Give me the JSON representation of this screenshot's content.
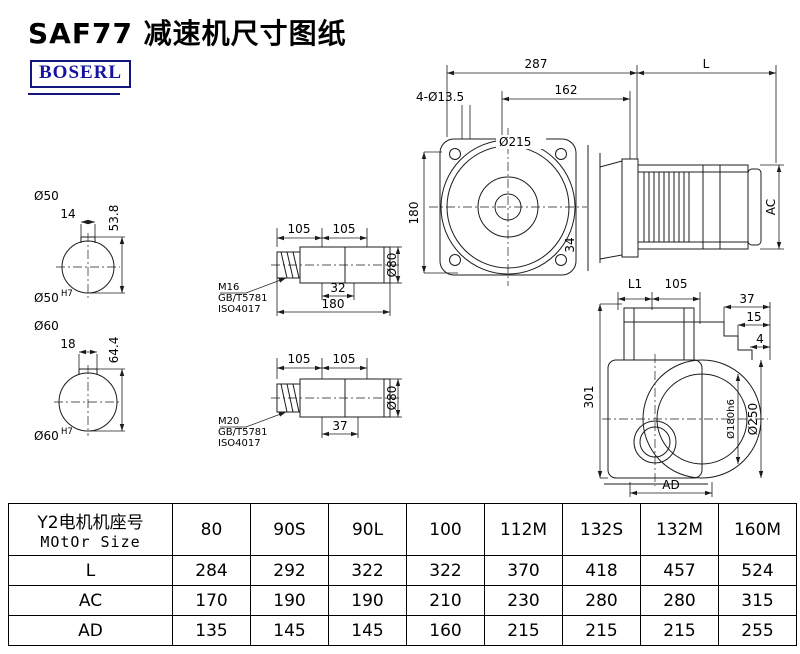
{
  "page": {
    "title": "SAF77 减速机尺寸图纸",
    "logo": "BOSERL"
  },
  "front_view": {
    "dim_287": "287",
    "dim_L": "L",
    "dim_162": "162",
    "holes": "4-Ø13.5",
    "d215": "Ø215",
    "dim_180": "180",
    "dim_34": "34",
    "dim_AC": "AC"
  },
  "side_view": {
    "dim_L1": "L1",
    "dim_105": "105",
    "dim_37": "37",
    "dim_15": "15",
    "dim_4": "4",
    "dim_301": "301",
    "d180": "Ø180h6",
    "d250": "Ø250",
    "dim_AD": "AD"
  },
  "shaft1": {
    "dia": "Ø50",
    "key_width": "14",
    "height": "53.8",
    "fit_base": "Ø50",
    "fit_sup": "H7"
  },
  "shaft2": {
    "dia": "Ø60",
    "key_width": "18",
    "height": "64.4",
    "fit_base": "Ø60",
    "fit_sup": "H7"
  },
  "detail1": {
    "dim_105a": "105",
    "dim_105b": "105",
    "thread": "M16",
    "std1": "GB/T5781",
    "std2": "ISO4017",
    "dim_32": "32",
    "dim_180": "180",
    "d80": "Ø80"
  },
  "detail2": {
    "dim_105a": "105",
    "dim_105b": "105",
    "thread": "M20",
    "std1": "GB/T5781",
    "std2": "ISO4017",
    "dim_37": "37",
    "d80": "Ø80"
  },
  "table": {
    "col0_line1": "Y2电机机座号",
    "col0_line2": "MOtOr Size",
    "sizes": [
      "80",
      "90S",
      "90L",
      "100",
      "112M",
      "132S",
      "132M",
      "160M"
    ],
    "rows": [
      {
        "label": "L",
        "values": [
          "284",
          "292",
          "322",
          "322",
          "370",
          "418",
          "457",
          "524"
        ]
      },
      {
        "label": "AC",
        "values": [
          "170",
          "190",
          "190",
          "210",
          "230",
          "280",
          "280",
          "315"
        ]
      },
      {
        "label": "AD",
        "values": [
          "135",
          "145",
          "145",
          "160",
          "215",
          "215",
          "215",
          "255"
        ]
      }
    ]
  }
}
